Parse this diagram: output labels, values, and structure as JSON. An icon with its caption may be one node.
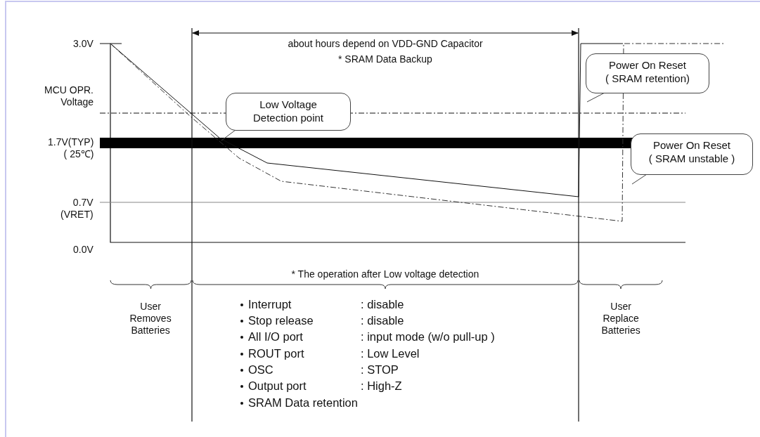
{
  "diagram": {
    "nodes": [
      {
        "text": [
          "Low Voltage Detection point"
        ]
      },
      {
        "text": [
          "Power On Reset ( SRAM retention)"
        ]
      },
      {
        "text": [
          "Power On Reset ( SRAM unstable )"
        ]
      }
    ],
    "edges": [
      {
        "from": 0,
        "to": null,
        "arrow": "none"
      },
      {
        "from": 1,
        "to": null,
        "arrow": "none"
      },
      {
        "from": 2,
        "to": null,
        "arrow": "none"
      }
    ],
    "labels": [
      "about hours depend on VDD-GND Capacitor",
      "* SRAM Data Backup",
      "3.0V",
      "MCU OPR. Voltage",
      "1.7V(TYP) ( 25℃)",
      "0.7V (VRET)",
      "0.0V",
      "* The operation after Low voltage detection",
      "User Removes Batteries",
      "User Replace Batteries",
      "Interrupt",
      ": disable",
      "Stop release",
      ": disable",
      "All I/O port",
      ": input mode (w/o pull-up )",
      "ROUT port",
      ": Low Level",
      "OSC",
      ": STOP",
      "Output port",
      ": High-Z",
      "SRAM Data retention"
    ]
  }
}
